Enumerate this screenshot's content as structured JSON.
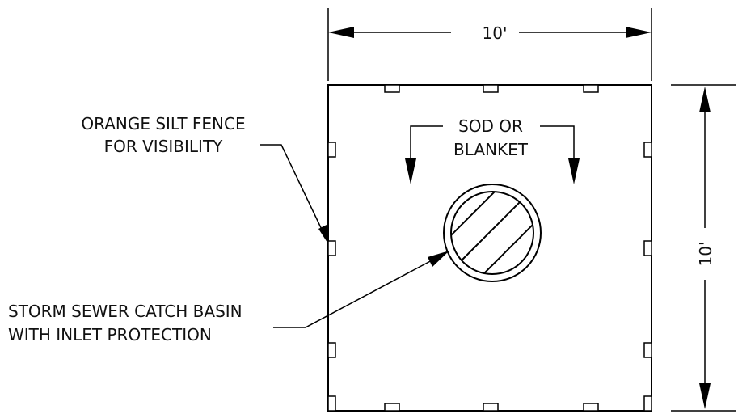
{
  "dimensions": {
    "width_label": "10'",
    "height_label": "10'"
  },
  "labels": {
    "silt_fence_line1": "ORANGE SILT FENCE",
    "silt_fence_line2": "FOR VISIBILITY",
    "sod_line1": "SOD OR",
    "sod_line2": "BLANKET",
    "catch_basin_line1": "STORM SEWER CATCH BASIN",
    "catch_basin_line2": "WITH INLET PROTECTION"
  },
  "colors": {
    "line": "#000000",
    "background": "#ffffff"
  }
}
